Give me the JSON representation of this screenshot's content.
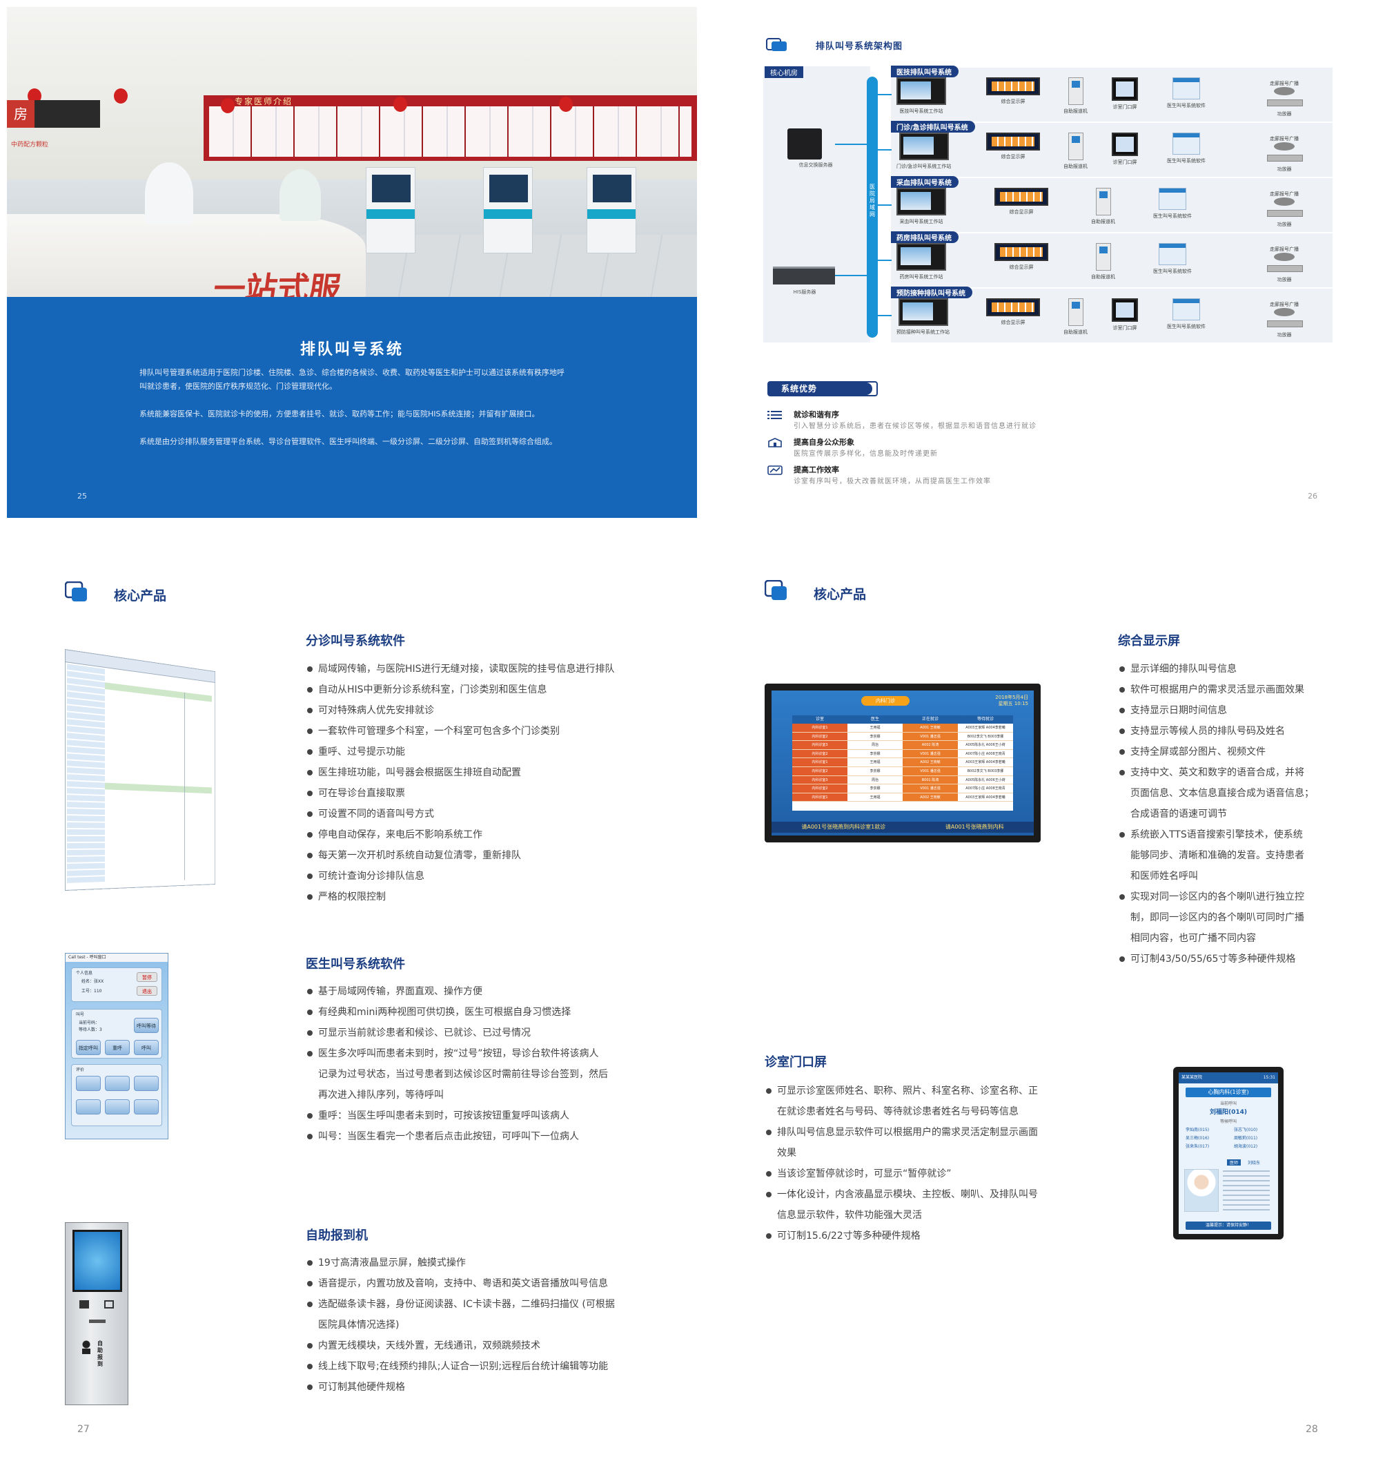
{
  "page25": {
    "photo": {
      "board_title": "专家医师介绍",
      "sign": "房",
      "pharmacy": "中药配方颗粒",
      "counter_text": "一站式服"
    },
    "title": "排队叫号系统",
    "paragraphs": [
      "排队叫号管理系统适用于医院门诊楼、住院楼、急诊、综合楼的各候诊、收费、取药处等医生和护士可以通过该系统有秩序地呼叫就诊患者，使医院的医疗秩序规范化、门诊管理现代化。",
      "系统能兼容医保卡、医院就诊卡的使用，方便患者挂号、就诊、取药等工作；能与医院HIS系统连接；并留有扩展接口。",
      "系统是由分诊排队服务管理平台系统、导诊台管理软件、医生呼叫终端、一级分诊屏、二级分诊屏、自助签到机等综合组成。"
    ],
    "page_number": "25"
  },
  "page26": {
    "heading": "排队叫号系统架构图",
    "core_tag": "核心机房",
    "server1_label": "信息交换服务器",
    "server2_label": "HIS服务器",
    "network_label": "医院局域网",
    "rows": [
      {
        "tag": "医技排队叫号系统",
        "devices": [
          "医技叫号系统工作站",
          "综合显示屏",
          "自助报道机",
          "诊室门口屏",
          "医生叫号系统软件"
        ]
      },
      {
        "tag": "门诊/急诊排队叫号系统",
        "devices": [
          "门诊/急诊叫号系统工作站",
          "综合显示屏",
          "自助报道机",
          "诊室门口屏",
          "医生叫号系统软件"
        ]
      },
      {
        "tag": "采血排队叫号系统",
        "devices": [
          "采血叫号系统工作站",
          "综合显示屏",
          "自助报道机",
          "医生叫号系统软件"
        ]
      },
      {
        "tag": "药房排队叫号系统",
        "devices": [
          "药房叫号系统工作站",
          "综合显示屏",
          "自助报道机",
          "医生叫号系统软件"
        ]
      },
      {
        "tag": "预防接种排队叫号系统",
        "devices": [
          "预防接种叫号系统工作站",
          "综合显示屏",
          "自助报道机",
          "诊室门口屏",
          "医生叫号系统软件"
        ]
      }
    ],
    "speaker_label": "走廊报号广播",
    "amp_label": "功放器",
    "advantages_tag": "系统优势",
    "advantages": [
      {
        "title": "就诊和谐有序",
        "desc": "引入智慧分诊系统后，患者在候诊区等候，根据显示和语音信息进行就诊",
        "icon": "list-icon"
      },
      {
        "title": "提高自身公众形象",
        "desc": "医院宣传展示多样化，信息能及时传递更新",
        "icon": "building-icon"
      },
      {
        "title": "提高工作效率",
        "desc": "诊室有序叫号，极大改善就医环境，从而提高医生工作效率",
        "icon": "efficiency-icon"
      }
    ],
    "page_number": "26"
  },
  "page27": {
    "section_title": "核心产品",
    "products": [
      {
        "title": "分诊叫号系统软件",
        "items": [
          "局域网传输，与医院HIS进行无缝对接，读取医院的挂号信息进行排队",
          "自动从HIS中更新分诊系统科室，门诊类别和医生信息",
          "可对特殊病人优先安排就诊",
          "一套软件可管理多个科室，一个科室可包含多个门诊类别",
          "重呼、过号提示功能",
          "医生排班功能，叫号器会根据医生排班自动配置",
          "可在导诊台直接取票",
          "可设置不同的语音叫号方式",
          "停电自动保存，来电后不影响系统工作",
          "每天第一次开机时系统自动复位清零，重新排队",
          "可统计查询分诊排队信息",
          "严格的权限控制"
        ]
      },
      {
        "title": "医生叫号系统软件",
        "items": [
          [
            "基于局域网传输，界面直观、操作方便"
          ],
          [
            "有经典和mini两种视图可供切换，医生可根据自身习惯选择"
          ],
          [
            "可显示当前就诊患者和候诊、已就诊、已过号情况"
          ],
          [
            "医生多次呼叫而患者未到时，按“过号”按钮，导诊台软件将该病人",
            "记录为过号状态，当过号患者到达候诊区时需前往导诊台签到，然后",
            "再次进入排队序列，等待呼叫"
          ],
          [
            "重呼：当医生呼叫患者未到时，可按该按钮重复呼叫该病人"
          ],
          [
            "叫号：当医生看完一个患者后点击此按钮，可呼叫下一位病人"
          ]
        ]
      },
      {
        "title": "自助报到机",
        "items": [
          [
            "19寸高清液晶显示屏，触摸式操作"
          ],
          [
            "语音提示，内置功放及音响，支持中、粤语和英文语音播放叫号信息"
          ],
          [
            "选配磁条读卡器，身份证阅读器、IC卡读卡器，二维码扫描仪 (可根据",
            "医院具体情况选择)"
          ],
          [
            "内置无线模块，天线外置，无线通讯，双频跳频技术"
          ],
          [
            "线上线下取号;在线预约排队;人证合一识别;远程后台统计编辑等功能"
          ],
          [
            "可订制其他硬件规格"
          ]
        ]
      }
    ],
    "caller_ui": {
      "title": "Call test - 呼叫窗口",
      "personal": "个人信息",
      "name": "姓名：张XX",
      "id": "工号：110",
      "pause_btn": "暂停",
      "exit_btn": "退出",
      "queue": "叫号",
      "current": "当前号码：",
      "waiting": "等待人数：3",
      "call_waiting_btn": "呼叫等待",
      "designated_btn": "指定呼叫",
      "recall_btn": "重呼",
      "call_btn": "呼叫",
      "evaluation": "评价"
    },
    "kiosk_text": "自助报到",
    "page_number": "27"
  },
  "page28": {
    "section_title": "核心产品",
    "display_title": "综合显示屏",
    "display_items": [
      [
        "显示详细的排队叫号信息"
      ],
      [
        "软件可根据用户的需求灵活显示画面效果"
      ],
      [
        "支持显示日期时间信息"
      ],
      [
        "支持显示等候人员的排队号码及姓名"
      ],
      [
        "支持全屏或部分图片、视频文件"
      ],
      [
        "支持中文、英文和数字的语音合成，并将",
        "页面信息、文本信息直接合成为语音信息；",
        "合成语音的语速可调节"
      ],
      [
        "系统嵌入TTS语音搜索引擎技术，使系统",
        "能够同步、清晰和准确的发音。支持患者",
        "和医师姓名呼叫"
      ],
      [
        "实现对同一诊区内的各个喇叭进行独立控",
        "制，即同一诊区内的各个喇叭可同时广播",
        "相同内容，也可广播不同内容"
      ],
      [
        "可订制43/50/55/65寸等多种硬件规格"
      ]
    ],
    "display_screen": {
      "tab": "内科门诊",
      "date": "2018年5月4日",
      "time": "星期五 10:15",
      "headers": [
        "诊室",
        "医生",
        "正在就诊",
        "等待就诊"
      ],
      "rows": [
        [
          "内科诊室1",
          "王用福",
          "A001 王晓敏",
          "A003王家辉 A004李若曦"
        ],
        [
          "内科诊室2",
          "李崇娜",
          "V001 潘志强",
          "B002李文飞 B003李娜"
        ],
        [
          "内科诊室3",
          "周治",
          "A002 陈涛",
          "A005陈永礼 A006王小荷"
        ],
        [
          "内科诊室2",
          "李崇娜",
          "V001 潘志强",
          "A007陈小庄 A008王晓青"
        ],
        [
          "内科诊室1",
          "王用福",
          "A002 王晓敏",
          "A003王家辉 A004李若曦"
        ],
        [
          "内科诊室2",
          "李崇娜",
          "V001 潘志强",
          "B002李文飞 B003李娜"
        ],
        [
          "内科诊室3",
          "周治",
          "B001 陈涛",
          "A005陈永礼 A006王小荷"
        ],
        [
          "内科诊室2",
          "李崇娜",
          "V001 潘志强",
          "A007陈小庄 A008王晓青"
        ],
        [
          "内科诊室1",
          "王用福",
          "A002 王晓敏",
          "A003王家辉 A004李若曦"
        ]
      ],
      "ticker_left": "请A001号张晓燕到内科诊室1就诊",
      "ticker_right": "请A001号张晓燕到内科"
    },
    "door_title": "诊室门口屏",
    "door_items": [
      [
        "可显示诊室医师姓名、职称、照片、科室名称、诊室名称、正",
        "在就诊患者姓名与号码、等待就诊患者姓名与号码等信息"
      ],
      [
        "排队叫号信息显示软件可以根据用户的需求灵活定制显示画面",
        "效果"
      ],
      [
        "当该诊室暂停就诊时，可显示“暂停就诊”"
      ],
      [
        "一体化设计，内含液晶显示模块、主控板、喇叭、及排队叫号",
        "信息显示软件，软件功能强大灵活"
      ],
      [
        "可订制15.6/22寸等多种硬件规格"
      ]
    ],
    "door_screen": {
      "hospital": "某某某医院",
      "time": "15:31",
      "dept": "心胸内科(1诊室)",
      "now_label": "当前呼叫",
      "now_name": "刘福阳(014)",
      "wait_label": "等候呼叫",
      "waiting": [
        [
          "李灿南(015)",
          "张志飞(010)"
        ],
        [
          "吴三梅(016)",
          "周敏莉(011)"
        ],
        [
          "张来朱(017)",
          "胡海波(012)"
        ]
      ],
      "doctor_role": "医师",
      "doctor_name": "刘晓东",
      "bottom": "温馨提示：请保持安静！"
    },
    "page_number": "28"
  }
}
